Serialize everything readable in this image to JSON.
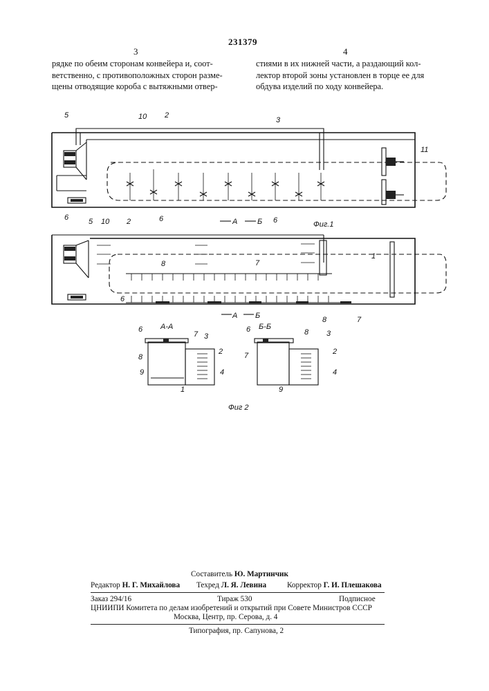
{
  "header": {
    "patent_number": "231379",
    "left_column_number": "3",
    "right_column_number": "4"
  },
  "body": {
    "left_lines": [
      "рядке по обеим сторонам  конвейера и, соот-",
      "ветственно, с противоположных сторон разме-",
      "щены отводящие короба с вытяжными отвер-"
    ],
    "right_lines": [
      "стиями в их нижней части, а раздающий кол-",
      "лектор второй зоны установлен в торце ее для",
      "обдува изделий по ходу конвейера."
    ]
  },
  "drawing": {
    "fig1_caption": "Фиг.1",
    "fig2_caption": "Фиг 2",
    "section_aa": "А-А",
    "section_bb": "Б-Б",
    "cut_a": "А",
    "cut_b": "Б",
    "labels": [
      "1",
      "2",
      "3",
      "4",
      "5",
      "6",
      "7",
      "8",
      "9",
      "10",
      "11"
    ]
  },
  "footer": {
    "compiler_label": "Составитель",
    "compiler_name": "Ю. Мартинчик",
    "editor_label": "Редактор",
    "editor_name": "Н. Г. Михайлова",
    "tech_label": "Техред",
    "tech_name": "Л. Я. Левина",
    "corrector_label": "Корректор",
    "corrector_name": "Г. И. Плешакова",
    "order": "Заказ 294/16",
    "circulation": "Тираж 530",
    "subscription": "Подписное",
    "org_line": "ЦНИИПИ Комитета по делам изобретений и открытий при Совете  Министров СССР",
    "address": "Москва, Центр, пр. Серова, д. 4",
    "printer": "Типография, пр. Сапунова, 2"
  }
}
